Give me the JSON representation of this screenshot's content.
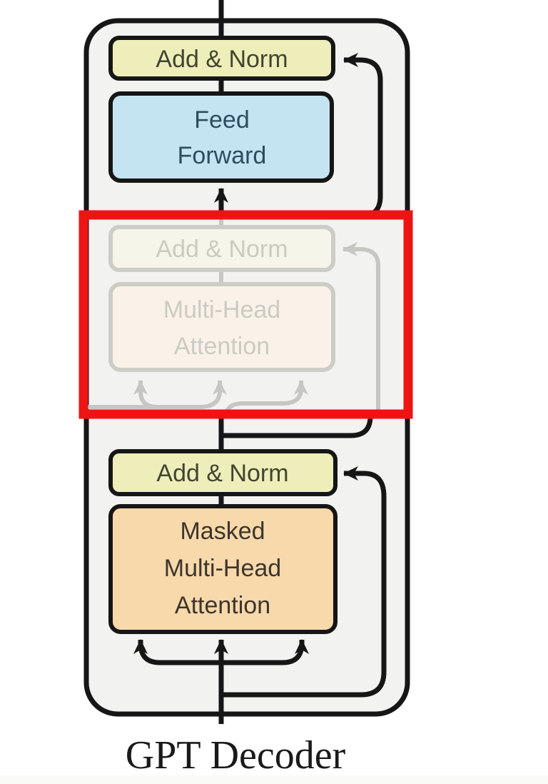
{
  "diagram": {
    "caption": "GPT Decoder",
    "blocks": {
      "top_add_norm": {
        "label": "Add & Norm"
      },
      "feed_forward": {
        "line1": "Feed",
        "line2": "Forward"
      },
      "ghost_add_norm": {
        "label": "Add & Norm"
      },
      "ghost_multi_head_attention": {
        "line1": "Multi-Head",
        "line2": "Attention"
      },
      "bottom_add_norm": {
        "label": "Add & Norm"
      },
      "masked_multi_head_attention": {
        "line1": "Masked",
        "line2": "Multi-Head",
        "line3": "Attention"
      }
    },
    "colors": {
      "container_fill": "#f2f2f1",
      "container_stroke": "#161616",
      "line_black": "#161616",
      "line_ghost": "#c6c6c2",
      "add_norm_fill": "#eeeebb",
      "add_norm_text": "#43442f",
      "feed_forward_fill": "#c5e4f1",
      "feed_forward_text": "#2e4d5c",
      "masked_attention_fill": "#f8d9ab",
      "masked_attention_text": "#3c352c",
      "ghost_add_norm_fill": "#f5f5ea",
      "ghost_attention_fill": "#faf2e9",
      "ghost_box_stroke": "#cdcdc8",
      "ghost_text": "#cbcbc3",
      "highlight_red": "#ee1414",
      "caption_text": "#1a1a1a"
    }
  }
}
